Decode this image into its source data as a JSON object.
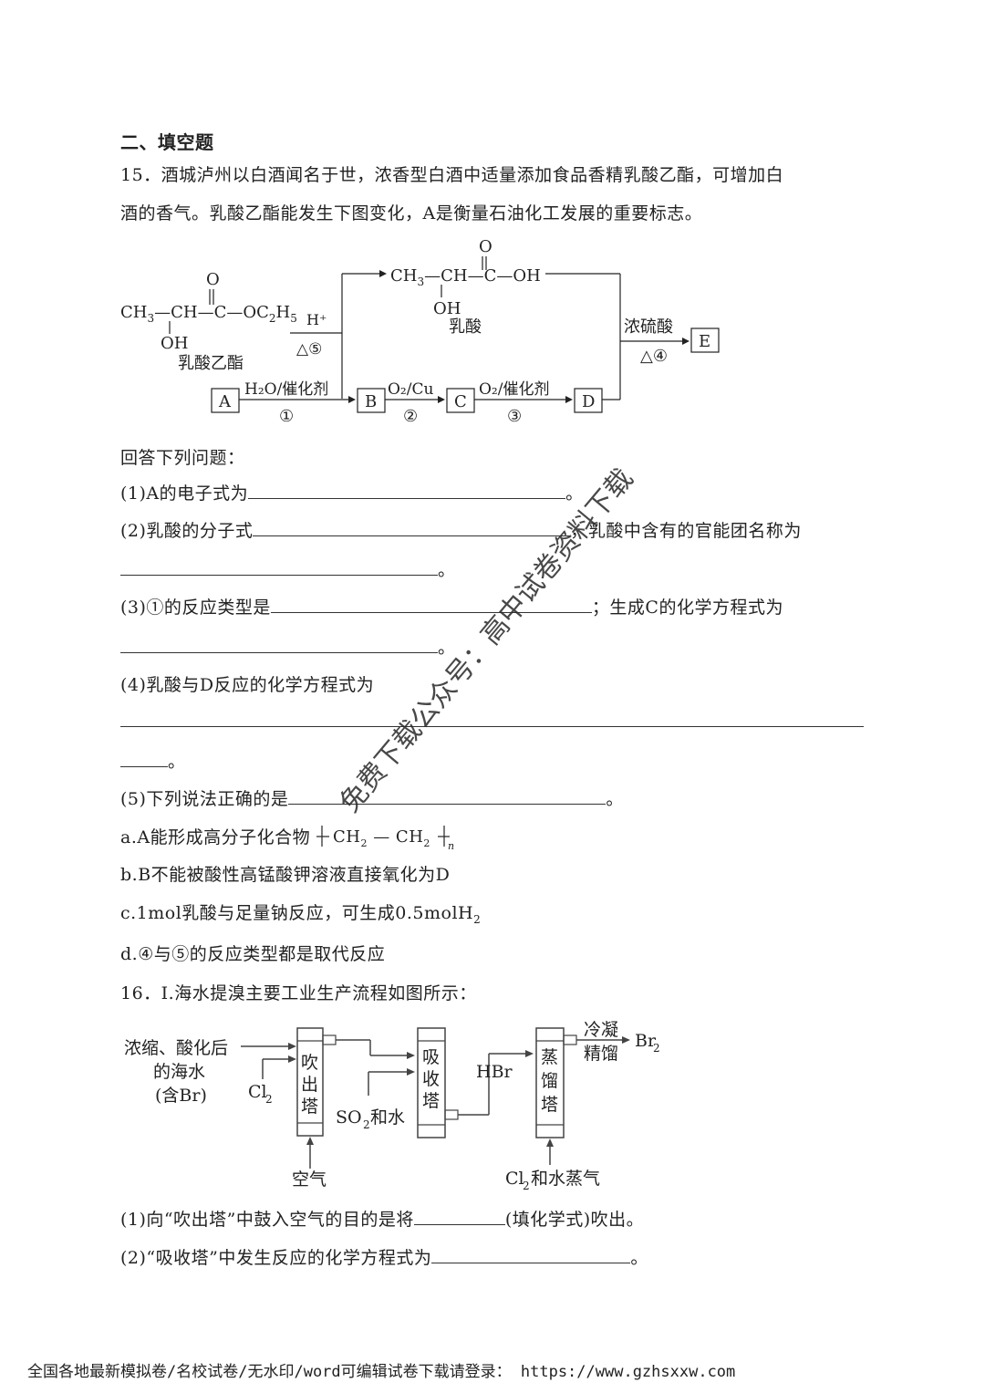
{
  "section_title": "二、填空题",
  "q15": {
    "intro_line1": "15．酒城泸州以白酒闻名于世，浓香型白酒中适量添加食品香精乳酸乙酯，可增加白",
    "intro_line2": "酒的香气。乳酸乙酯能发生下图变化，A是衡量石油化工发展的重要标志。",
    "diagram": {
      "ethyl_lactate_label": "乳酸乙酯",
      "lactic_acid_label": "乳酸",
      "box_A": "A",
      "box_B": "B",
      "box_C": "C",
      "box_D": "D",
      "box_E": "E",
      "cond1": "H₂O/催化剂",
      "step1": "①",
      "cond2": "O₂/Cu",
      "step2": "②",
      "cond3": "O₂/催化剂",
      "step3": "③",
      "cond4": "浓硫酸",
      "step4": "△④",
      "cond5": "H⁺",
      "step5": "△⑤"
    },
    "answer_prompt": "回答下列问题：",
    "p1": "(1)A的电子式为",
    "p2a": "(2)乳酸的分子式",
    "p2b": "，乳酸中含有的官能团名称为",
    "p3a": "(3)①的反应类型是",
    "p3b": "；生成C的化学方程式为",
    "p4": "(4)乳酸与D反应的化学方程式为",
    "p5": "(5)下列说法正确的是",
    "end_mark": "。",
    "opt_a": "a.A能形成高分子化合物",
    "opt_b": "b.B不能被酸性高锰酸钾溶液直接氧化为D",
    "opt_c": "c.1mol乳酸与足量钠反应，可生成0.5molH",
    "opt_c_sub": "2",
    "opt_d": "d.④与⑤的反应类型都是取代反应"
  },
  "q16": {
    "intro": "16．I.海水提溴主要工业生产流程如图所示：",
    "diagram": {
      "feed_line1": "浓缩、酸化后",
      "feed_line2": "的海水",
      "feed_line3": "(含Br)",
      "cl2": "Cl",
      "air": "空气",
      "tower1": [
        "吹",
        "出",
        "塔"
      ],
      "so2_water": "SO",
      "so2_suffix": "和水",
      "tower2": [
        "吸",
        "收",
        "塔"
      ],
      "hbr": "HBr",
      "tower3": [
        "蒸",
        "馏",
        "塔"
      ],
      "cl2_steam": "Cl",
      "cl2_steam_suffix": "和水蒸气",
      "condense": "冷凝",
      "rectify": "精馏",
      "br2": "Br"
    },
    "p1a": "(1)向“吹出塔”中鼓入空气的目的是将",
    "p1b": "(填化学式)吹出。",
    "p2": "(2)“吸收塔”中发生反应的化学方程式为"
  },
  "watermark": "免费下载公众号：高中试卷资料下载",
  "footer": "全国各地最新模拟卷/名校试卷/无水印/word可编辑试卷下载请登录： https://www.gzhsxxw.com"
}
